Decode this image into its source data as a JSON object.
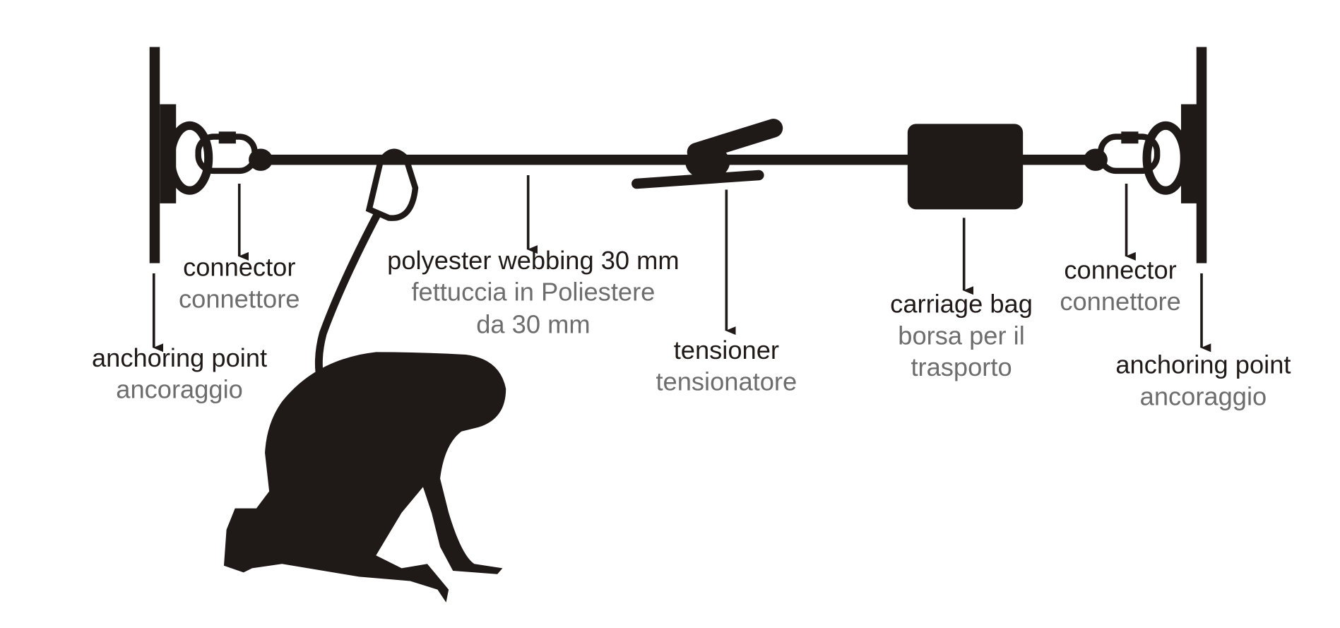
{
  "labels": {
    "connector_left": {
      "en": "connector",
      "it": "connettore"
    },
    "webbing": {
      "en": "polyester webbing 30 mm",
      "it_line1": "fettuccia in Poliestere",
      "it_line2": "da 30 mm"
    },
    "anchoring_left": {
      "en": "anchoring point",
      "it": "ancoraggio"
    },
    "tensioner": {
      "en": "tensioner",
      "it": "tensionatore"
    },
    "carriage_bag": {
      "en": "carriage bag",
      "it_line1": "borsa per il",
      "it_line2": "trasporto"
    },
    "connector_right": {
      "en": "connector",
      "it": "connettore"
    },
    "anchoring_right": {
      "en": "anchoring point",
      "it": "ancoraggio"
    }
  },
  "colors": {
    "ink": "#1f1a17",
    "italian_text": "#6d6d6d"
  }
}
